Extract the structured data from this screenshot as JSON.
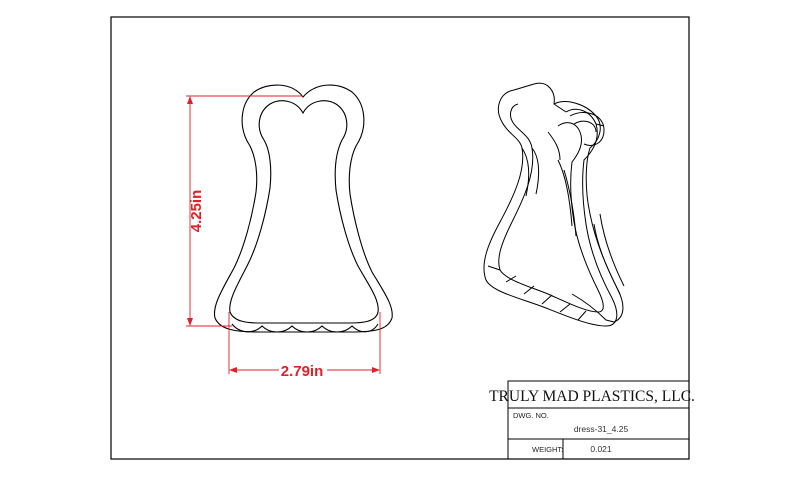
{
  "dimensions": {
    "height_label": "4.25in",
    "width_label": "2.79in"
  },
  "title_block": {
    "company": "TRULY MAD PLASTICS, LLC.",
    "dwg_no_label": "DWG. NO.",
    "dwg_no_value": "dress-31_4.25",
    "weight_label": "WEIGHT:",
    "weight_value": "0.021"
  },
  "colors": {
    "dimension": "#e0202a",
    "line": "#000000"
  }
}
